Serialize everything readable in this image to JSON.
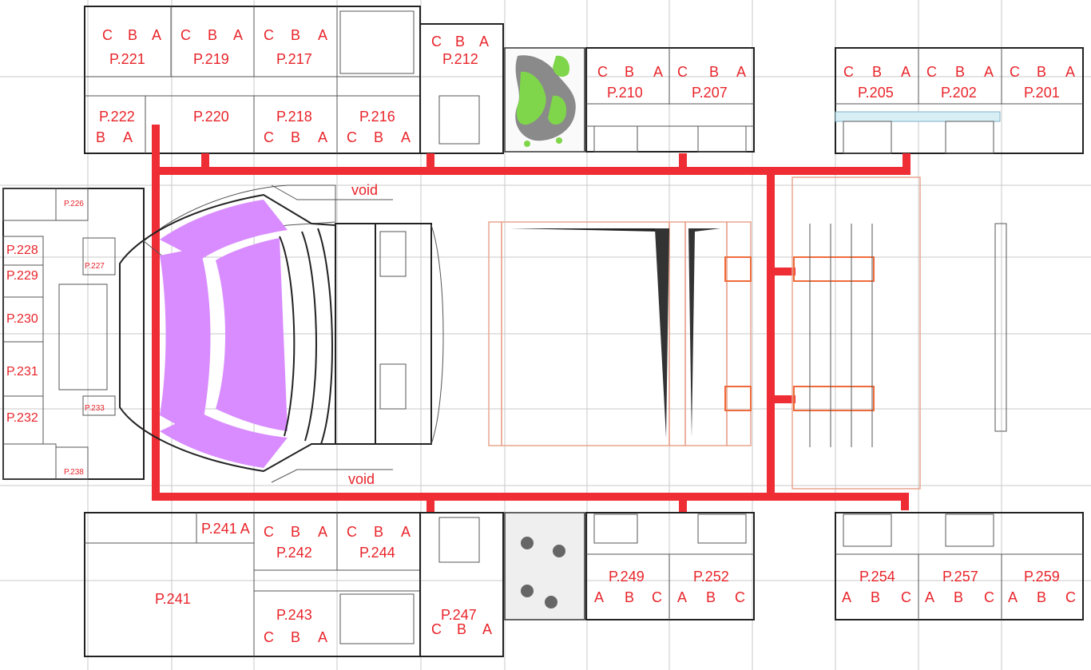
{
  "colors": {
    "corridor": "#ef2d34",
    "label": "#e8242a",
    "seats": "#d98cff",
    "seats_dark": "#b44cd8",
    "garden_green": "#7fd64a",
    "garden_grey": "#8a8a8a",
    "stair_orange": "#ef6a3a",
    "salmon_outline": "#e9a58f",
    "wall": "#222222"
  },
  "labels": {
    "rooms_top": [
      "P.221",
      "P.219",
      "P.217",
      "P.212",
      "P.210",
      "P.207",
      "P.205",
      "P.202",
      "P.201"
    ],
    "rooms_mid_top": [
      "P.222",
      "P.220",
      "P.218",
      "P.216"
    ],
    "rooms_west": [
      "P.226",
      "P.228",
      "P.227",
      "P.229",
      "P.230",
      "P.231",
      "P.232",
      "P.233",
      "P.238"
    ],
    "rooms_bottom_upper": [
      "P.241 A",
      "P.242",
      "P.244",
      "P.249",
      "P.252",
      "P.254",
      "P.257",
      "P.259"
    ],
    "rooms_bottom_lower": [
      "P.241",
      "P.243",
      "P.247"
    ],
    "void_top": "void",
    "void_bottom": "void",
    "sub": {
      "A": "A",
      "B": "B",
      "C": "C"
    }
  }
}
